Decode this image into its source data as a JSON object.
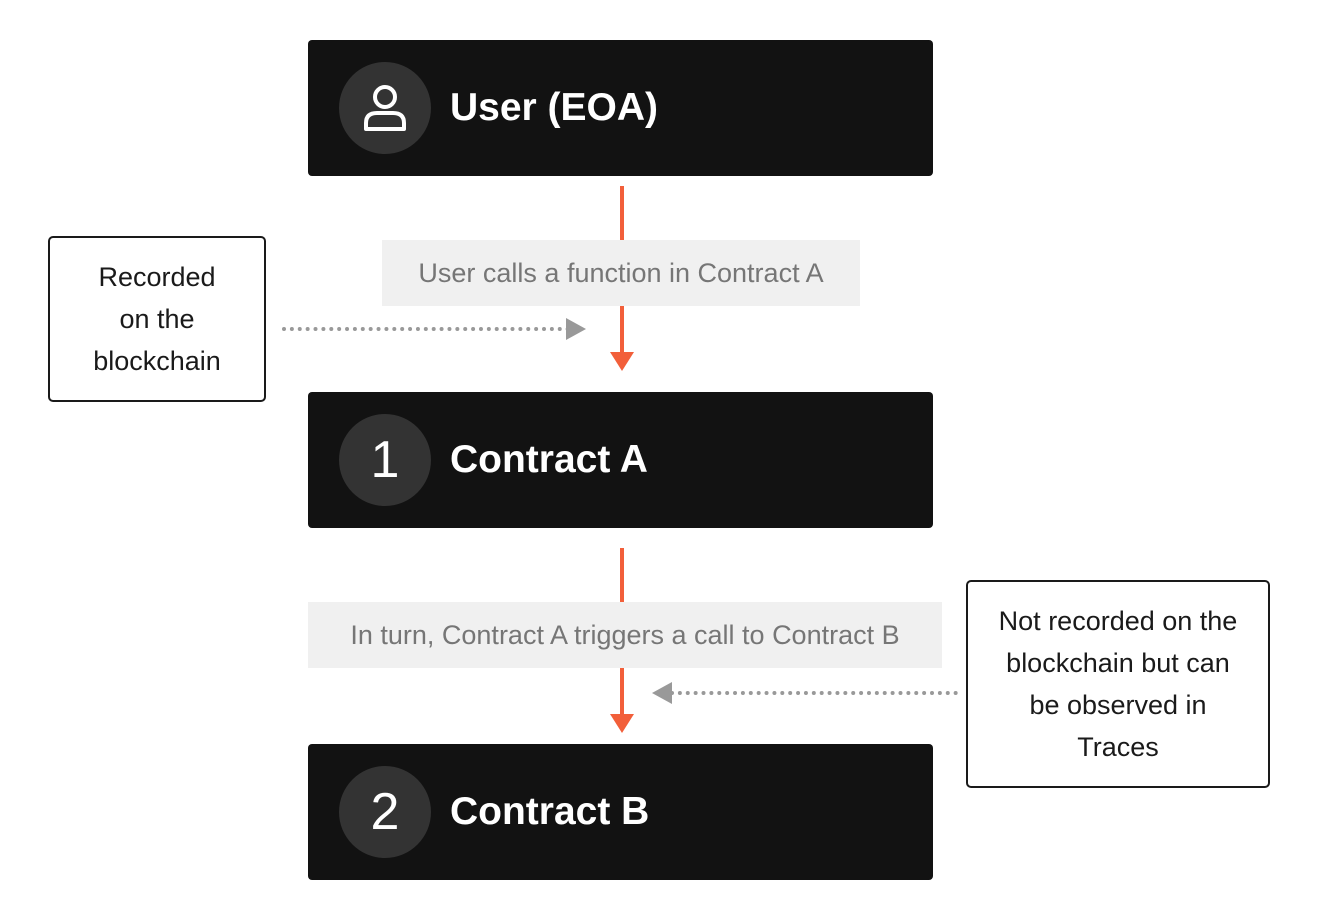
{
  "nodes": {
    "user": {
      "title": "User (EOA)",
      "icon": "user-icon"
    },
    "contract_a": {
      "title": "Contract A",
      "badge": "1"
    },
    "contract_b": {
      "title": "Contract B",
      "badge": "2"
    }
  },
  "edges": {
    "user_to_a": "User calls a function in Contract A",
    "a_to_b": "In turn, Contract A triggers a call to Contract B"
  },
  "notes": {
    "recorded": [
      "Recorded",
      "on the",
      "blockchain"
    ],
    "not_recorded": [
      "Not recorded on the",
      "blockchain but can",
      "be observed in",
      "Traces"
    ]
  },
  "colors": {
    "node_bg": "#121212",
    "arrow": "#f25f3a",
    "label_bg": "#f0f0f0",
    "dotted": "#999999"
  }
}
